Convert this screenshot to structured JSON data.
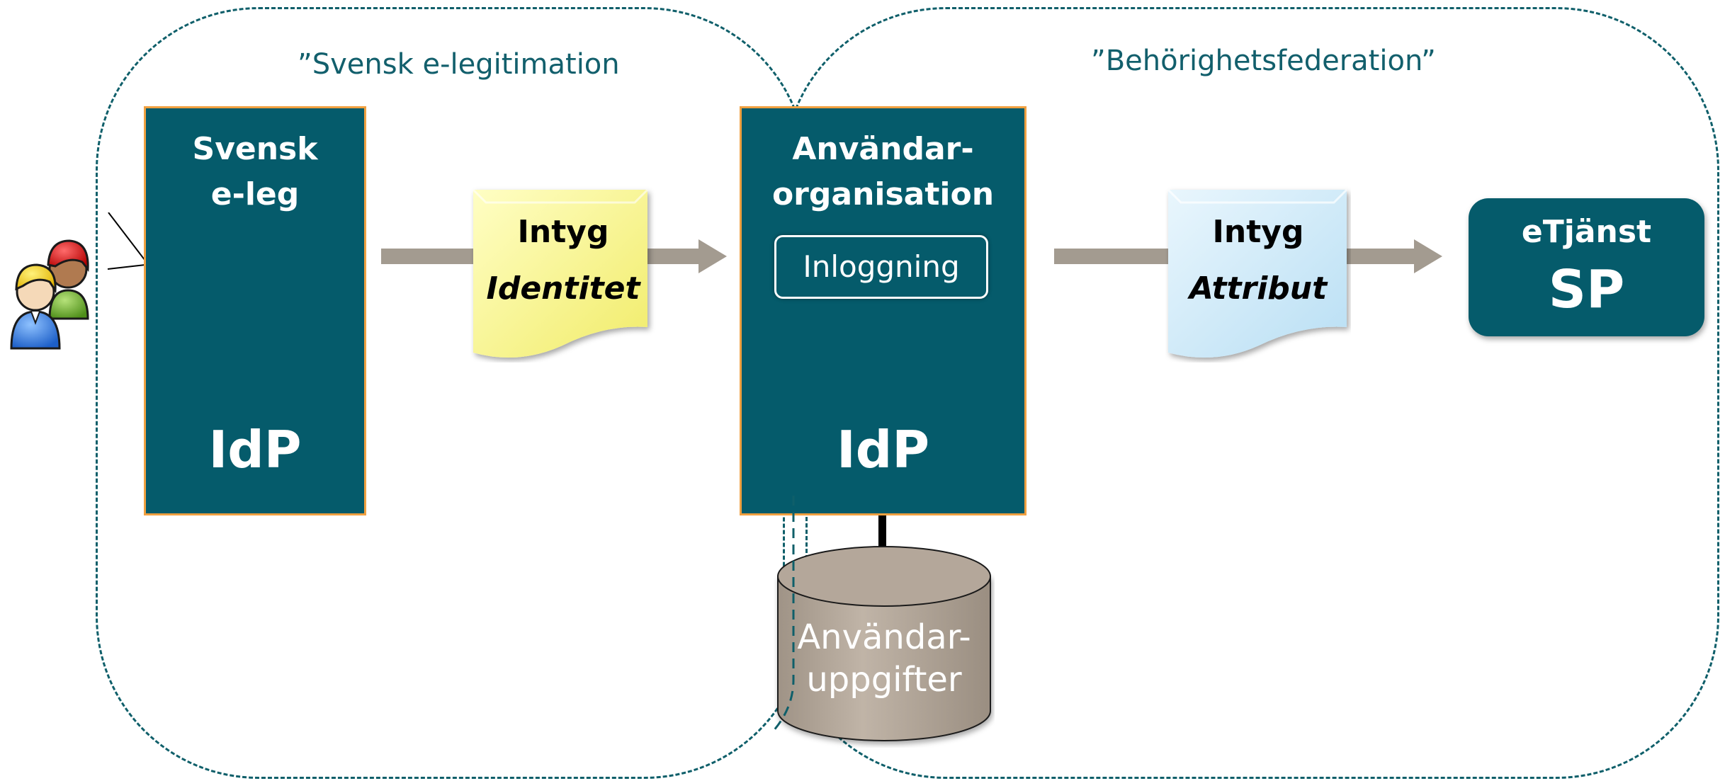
{
  "regions": {
    "left_title": "”Svensk e-legitimation",
    "right_title": "”Behörighetsfederation”"
  },
  "idp_eleg": {
    "heading_line1": "Svensk",
    "heading_line2": "e-leg",
    "tag": "IdP"
  },
  "idp_org": {
    "heading_line1": "Användar-",
    "heading_line2": "organisation",
    "tag": "IdP",
    "login_label": "Inloggning"
  },
  "assertion_identity": {
    "title": "Intyg",
    "subtitle": "Identitet"
  },
  "assertion_attribute": {
    "title": "Intyg",
    "subtitle": "Attribut"
  },
  "service": {
    "name": "eTjänst",
    "code": "SP"
  },
  "database": {
    "line1": "Användar-",
    "line2": "uppgifter"
  },
  "colors": {
    "teal_box": "#055b6b",
    "box_border": "#f0a040",
    "dashed_region": "#0f5f6a",
    "arrow": "#a39b90",
    "doc_yellow": "#faf79a",
    "doc_blue": "#cfe9f8",
    "database": "#b4a79a"
  },
  "icons": [
    "users-icon"
  ]
}
